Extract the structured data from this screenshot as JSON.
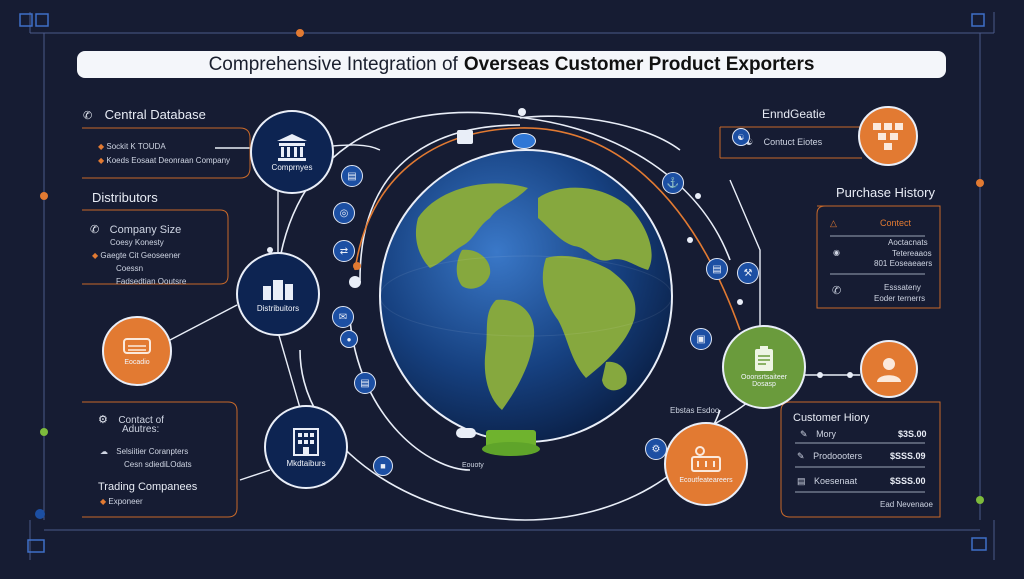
{
  "title": {
    "part1": "Comprehensive Integration of",
    "part2": "Overseas Customer Product Exporters"
  },
  "central_database": {
    "heading": "Central Database",
    "line1": "Sockit K TOUDA",
    "line2": "Koeds Eosaat Deonraan Company"
  },
  "distributors_panel": {
    "heading": "Distributors",
    "sub": "Company Size",
    "line1": "Coesy Konesty",
    "line2": "Gaegte Cit Geoseener",
    "line3": "Coessn",
    "line4": "Fadsedtian Ooutsre"
  },
  "contact_panel": {
    "heading": "Contact of",
    "sub": "Adutres:",
    "line1": "Selsiitier Coranpters",
    "line2": "Cesn sdiediLOdats",
    "trading": "Trading Companees",
    "trading_sub": "Exponeer"
  },
  "top_right": {
    "heading": "EnndGeatie",
    "contact_label": "Contuct Eiotes"
  },
  "purchase_history": {
    "heading": "Purchase History",
    "contect": "Contect",
    "line1": "Aoctacnats",
    "line2": "Tetereaaos",
    "line3": "801 Eoseaeaers",
    "line4": "Esssateny",
    "line5": "Eoder ternerrs"
  },
  "customer_history": {
    "heading": "Customer Hiory",
    "rows": [
      {
        "label": "Mory",
        "price": "$3S.00"
      },
      {
        "label": "Prodoooters",
        "price": "$SSS.09"
      },
      {
        "label": "Koesenaat",
        "price": "$SSS.00"
      }
    ],
    "footer": "Ead Nevenaoe"
  },
  "nodes": {
    "companies": "Comprnyes",
    "distributors": "Distribuitors",
    "manufacturers": "Mkdtaiburs",
    "green_label_1": "Ooonsrtsaiteer",
    "green_label_2": "Dosasp",
    "orange_left": "Eocadio",
    "orange_bottom": "Ecoutfeateareers"
  },
  "globe_labels": {
    "small1": "Ebstas Esdoo",
    "small2": "Eouoty"
  },
  "colors": {
    "background": "#161c33",
    "accent_orange": "#e27a32",
    "node_navy": "#0d2452",
    "node_green": "#6a9b3c",
    "globe_ocean": "#1a4a8f",
    "globe_land": "#7fa23c",
    "wire": "#e9eef8"
  }
}
